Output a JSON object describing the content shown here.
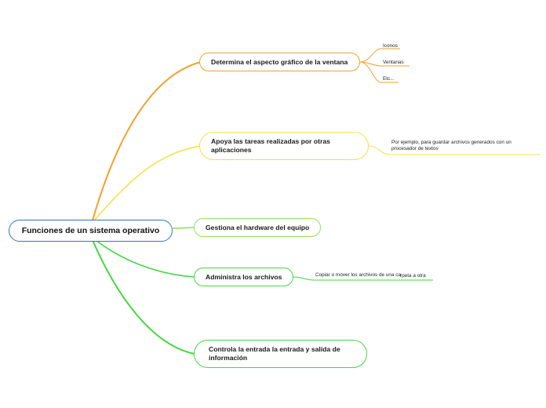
{
  "root": {
    "label": "Funciones de un sistema operativo",
    "color": "#2f74c9"
  },
  "branches": [
    {
      "label": "Determina el aspecto gráfico de la ventana",
      "color": "#f2a02a",
      "children": [
        "Iconos",
        "Ventanas",
        "Etc..."
      ]
    },
    {
      "label": "Apoya las tareas realizadas por otras aplicaciones",
      "color": "#f2e34a",
      "children": [
        "Por ejemplo, para guardar archivos generados con un procesador de textos"
      ]
    },
    {
      "label": "Gestiona el hardware del equipo",
      "color": "#8fe05a",
      "children": []
    },
    {
      "label": "Administra los archivos",
      "color": "#42d742",
      "children": [
        "Copiar o mover los archivos de una ca",
        "rpeta a otra"
      ]
    },
    {
      "label": "Controla la entrada la entrada y salida de información",
      "color": "#42d742",
      "children": []
    }
  ]
}
